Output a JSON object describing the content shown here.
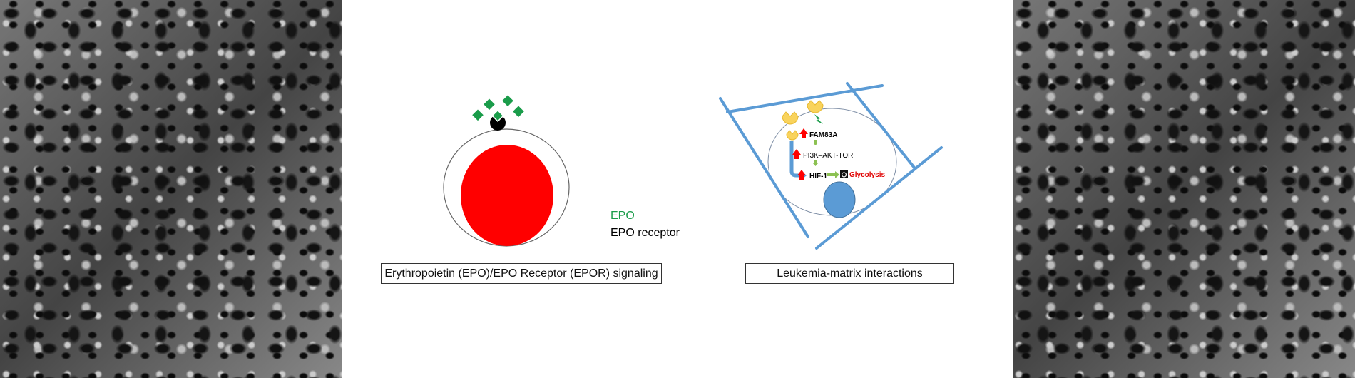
{
  "left_panel": {
    "legend": {
      "epo": "EPO",
      "epo_receptor": "EPO receptor"
    },
    "caption": "Erythropoietin (EPO)/EPO Receptor (EPOR) signaling"
  },
  "right_panel": {
    "labels": {
      "fam83a": "FAM83A",
      "pi3k": "PI3K–AKT-TOR",
      "hif1": "HIF-1",
      "glycolysis": "Glycolysis"
    },
    "caption": "Leukemia-matrix interactions"
  },
  "colors": {
    "epo": "#1a9c4a",
    "red": "#ff0000",
    "matrix": "#5b9bd5",
    "receptor": "#f9d35c",
    "arrow_green": "#8cc152"
  }
}
